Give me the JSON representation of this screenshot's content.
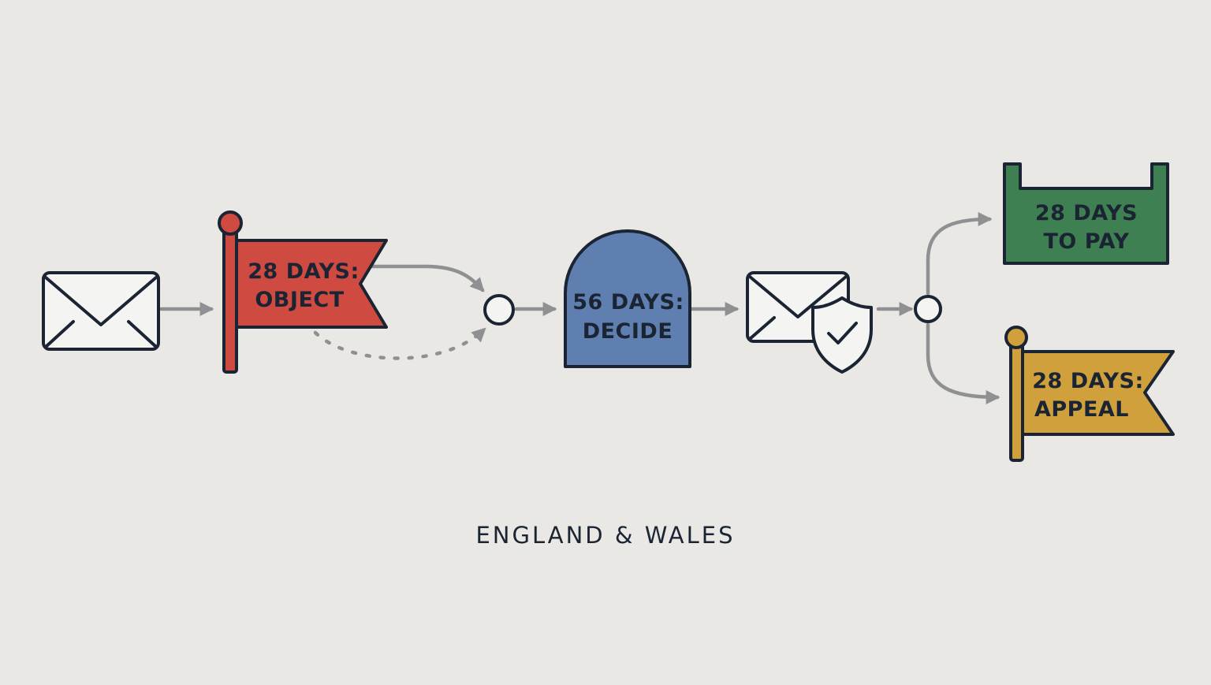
{
  "diagram": {
    "caption": "ENGLAND & WALES",
    "colors": {
      "background": "#e9e8e4",
      "ink": "#1b2433",
      "connector": "#8e9092",
      "object_flag": "#cf4a40",
      "decide_stone": "#5e7faf",
      "pay_box": "#3f8052",
      "appeal_flag": "#cfa03b",
      "icon_fill": "#f4f4f2"
    },
    "nodes": {
      "notice": {
        "icon": "envelope-icon"
      },
      "object": {
        "icon": "red-flag-icon",
        "line1": "28 DAYS:",
        "line2": "OBJECT"
      },
      "decide": {
        "icon": "tombstone-shape",
        "line1": "56 DAYS:",
        "line2": "DECIDE"
      },
      "decision": {
        "icon": "envelope-shield-check-icon"
      },
      "pay": {
        "icon": "green-box-icon",
        "line1": "28 DAYS",
        "line2": "TO PAY"
      },
      "appeal": {
        "icon": "yellow-flag-icon",
        "line1": "28 DAYS:",
        "line2": "APPEAL"
      }
    }
  }
}
